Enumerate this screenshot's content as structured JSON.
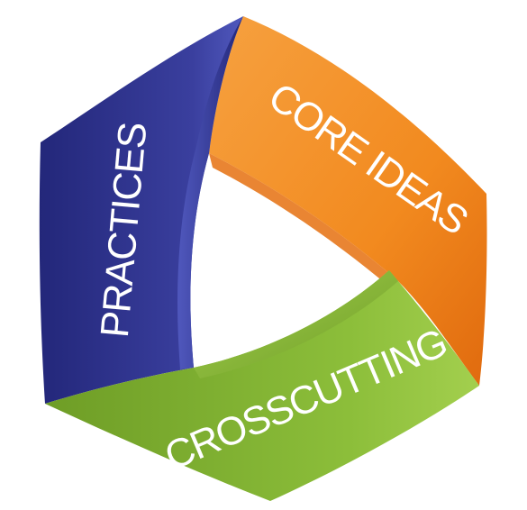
{
  "bands": {
    "practices": {
      "label": "PRACTICES",
      "color_main": "#3a3f9e",
      "color_light": "#5058bd",
      "color_dark": "#23277a"
    },
    "core_ideas": {
      "label": "CORE IDEAS",
      "color_main": "#f28a1f",
      "color_light": "#f6a140",
      "color_dark": "#e06a0e"
    },
    "crosscutting": {
      "label": "CROSSCUTTING",
      "color_main": "#8cbe3a",
      "color_light": "#a3cf4e",
      "color_dark": "#6e9d26"
    }
  }
}
